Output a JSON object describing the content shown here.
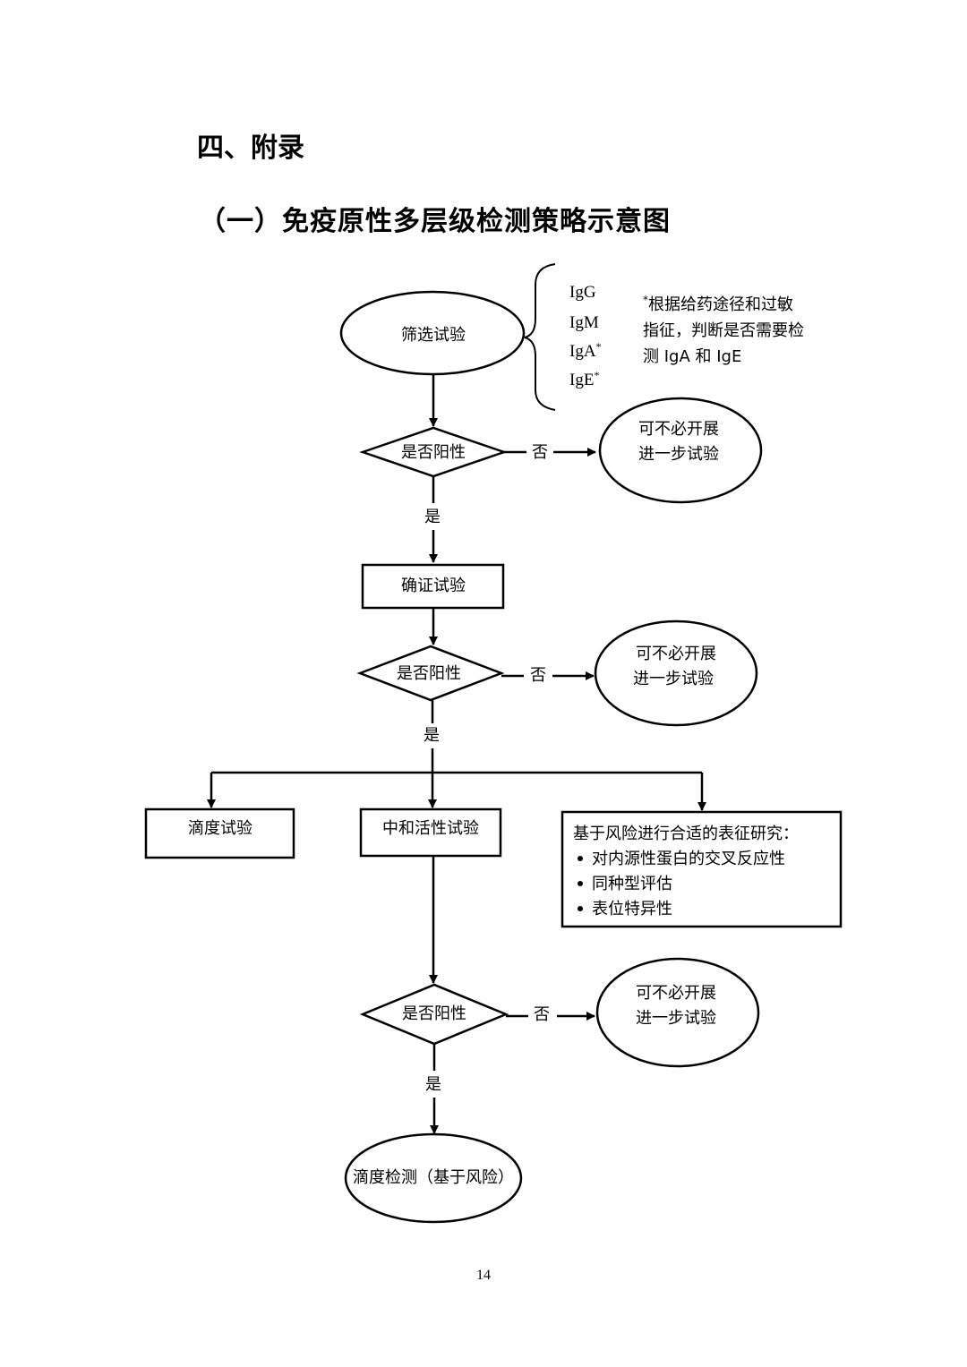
{
  "document": {
    "section_heading": "四、附录",
    "subsection_heading": "（一）免疫原性多层级检测策略示意图",
    "page_number": "14"
  },
  "flowchart": {
    "screening": {
      "label": "筛选试验",
      "isotypes": [
        "IgG",
        "IgM",
        "IgA",
        "IgE"
      ],
      "isotype_marks": [
        "",
        "",
        "*",
        "*"
      ],
      "footnote": {
        "mark": "*",
        "lines": [
          "根据给药途径和过敏",
          "指征，判断是否需要检",
          "测 IgA 和 IgE"
        ]
      }
    },
    "decision_label": "是否阳性",
    "yes_label": "是",
    "no_label": "否",
    "stop_lines": [
      "可不必开展",
      "进一步试验"
    ],
    "confirmatory": "确证试验",
    "titer": "滴度试验",
    "neutralizing": "中和活性试验",
    "characterization": {
      "title": "基于风险进行合适的表征研究：",
      "bullets": [
        "对内源性蛋白的交叉反应性",
        "同种型评估",
        "表位特异性"
      ]
    },
    "final": "滴度检测（基于风险）"
  }
}
